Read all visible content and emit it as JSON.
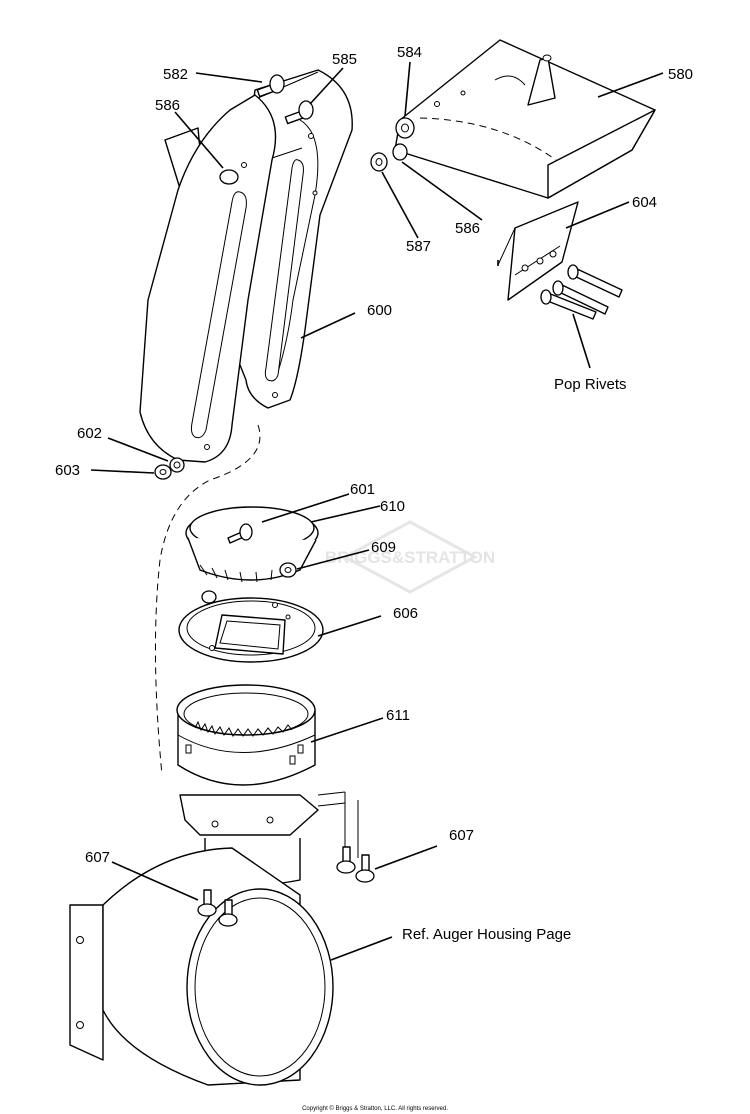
{
  "callouts": [
    {
      "id": "582",
      "text": "582"
    },
    {
      "id": "585",
      "text": "585"
    },
    {
      "id": "586a",
      "text": "586"
    },
    {
      "id": "584",
      "text": "584"
    },
    {
      "id": "580",
      "text": "580"
    },
    {
      "id": "586b",
      "text": "586"
    },
    {
      "id": "587",
      "text": "587"
    },
    {
      "id": "604",
      "text": "604"
    },
    {
      "id": "pop",
      "text": "Pop Rivets"
    },
    {
      "id": "600",
      "text": "600"
    },
    {
      "id": "602",
      "text": "602"
    },
    {
      "id": "603",
      "text": "603"
    },
    {
      "id": "601",
      "text": "601"
    },
    {
      "id": "610",
      "text": "610"
    },
    {
      "id": "609",
      "text": "609"
    },
    {
      "id": "606",
      "text": "606"
    },
    {
      "id": "611",
      "text": "611"
    },
    {
      "id": "607a",
      "text": "607"
    },
    {
      "id": "607b",
      "text": "607"
    },
    {
      "id": "ref",
      "text": "Ref. Auger Housing Page"
    }
  ],
  "watermark": "BRIGGS&STRATTON",
  "copyright": "Copyright © Briggs & Stratton, LLC. All rights reserved."
}
